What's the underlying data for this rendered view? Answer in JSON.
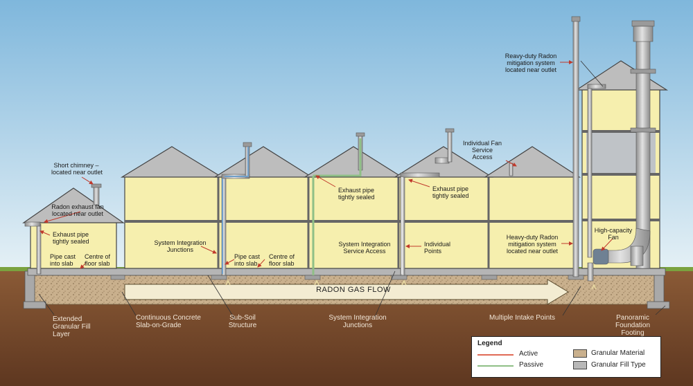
{
  "labels": {
    "short_chimney": "Short chimney –\nlocated near outlet",
    "radon_exhaust_fan": "Radon exhaust fan\nlocated near outlet",
    "exhaust_sealed_1": "Exhaust pipe\ntightly sealed",
    "pipe_cast_1": "Pipe cast\ninto slab",
    "centre_floor_1": "Centre of\nfloor slab",
    "system_integration_1": "System Integration\nJunctions",
    "pipe_cast_2": "Pipe cast\ninto slab",
    "centre_floor_2": "Centre of\nfloor slab",
    "exhaust_sealed_2": "Exhaust pipe\ntightly sealed",
    "system_integration_access": "System Integration\nService Access",
    "individual_points": "Individual\nPoints",
    "exhaust_sealed_3": "Exhaust pipe\ntightly sealed",
    "individual_fan_service": "Individual Fan\nService\nAccess",
    "heavy_duty_top": "Reavy-duty Radon\nmitigation system\nlocated near outlet",
    "heavy_duty_mid": "Heavy-duty Radon\nmitigation system\nlocated near outlet",
    "high_capacity_fan": "High-capacity\nFan",
    "radon_gas_flow": "RADON GAS FLOW",
    "extended_fill": "Extended\nGranular Fill\nLayer",
    "continuous_slab": "Continuous Concrete\nSlab-on-Grade",
    "sub_soil": "Sub-Soil\nStructure",
    "system_integration_2": "System Integration\nJunctions",
    "multiple_intake": "Multiple Intake Points",
    "panoramic_footing": "Panoramic\nFoundation\nFooting"
  },
  "legend": {
    "title": "Legend",
    "active": "Active",
    "passive": "Passive",
    "granular_material": "Granular Material",
    "granular_fill_type": "Granular Fill Type"
  },
  "colors": {
    "sky_top": "#7fb7dc",
    "sky_bottom": "#e6f1f6",
    "wall": "#f6efae",
    "roof": "#bdbdbd",
    "soil": "#7a4a2b",
    "gravel": "#c9b08d",
    "concrete": "#a9a9a9",
    "pipe_grey": "#b4b4b4",
    "active": "#e06a55",
    "passive": "#8fbf86",
    "pointer_red": "#c0392b",
    "flow_arrow": "#f3ecd2"
  }
}
